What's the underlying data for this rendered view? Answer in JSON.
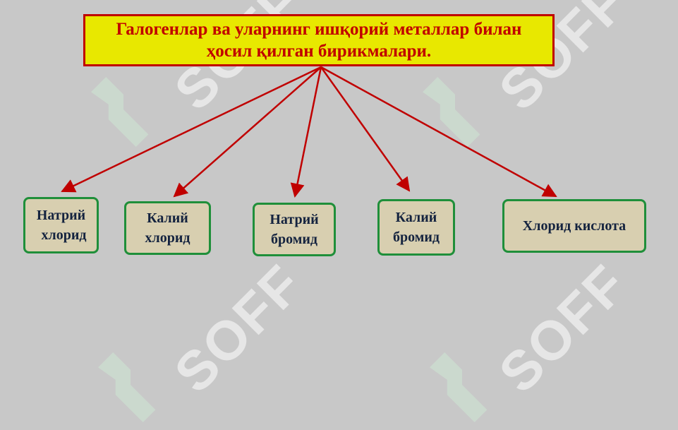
{
  "title": {
    "line1": "Галогенлар ва уларнинг ишқорий металлар билан",
    "line2": "ҳосил қилган бирикмалари."
  },
  "nodes": [
    {
      "line1": "Натрий",
      "line2": "хлорид"
    },
    {
      "line1": "Калий",
      "line2": "хлорид"
    },
    {
      "line1": "Натрий",
      "line2": "бромид"
    },
    {
      "line1": "Калий",
      "line2": "бромид"
    },
    {
      "line1": "Хлорид кислота",
      "line2": ""
    }
  ],
  "watermark": {
    "text": "SOFF",
    "icon": "soff-logo-icon"
  },
  "colors": {
    "background": "#c8c8c8",
    "title_fill": "#e8e800",
    "title_border": "#c00000",
    "arrow": "#c00000",
    "node_fill": "#d8cfb0",
    "node_border": "#1f8f3a",
    "node_text": "#14233f"
  }
}
